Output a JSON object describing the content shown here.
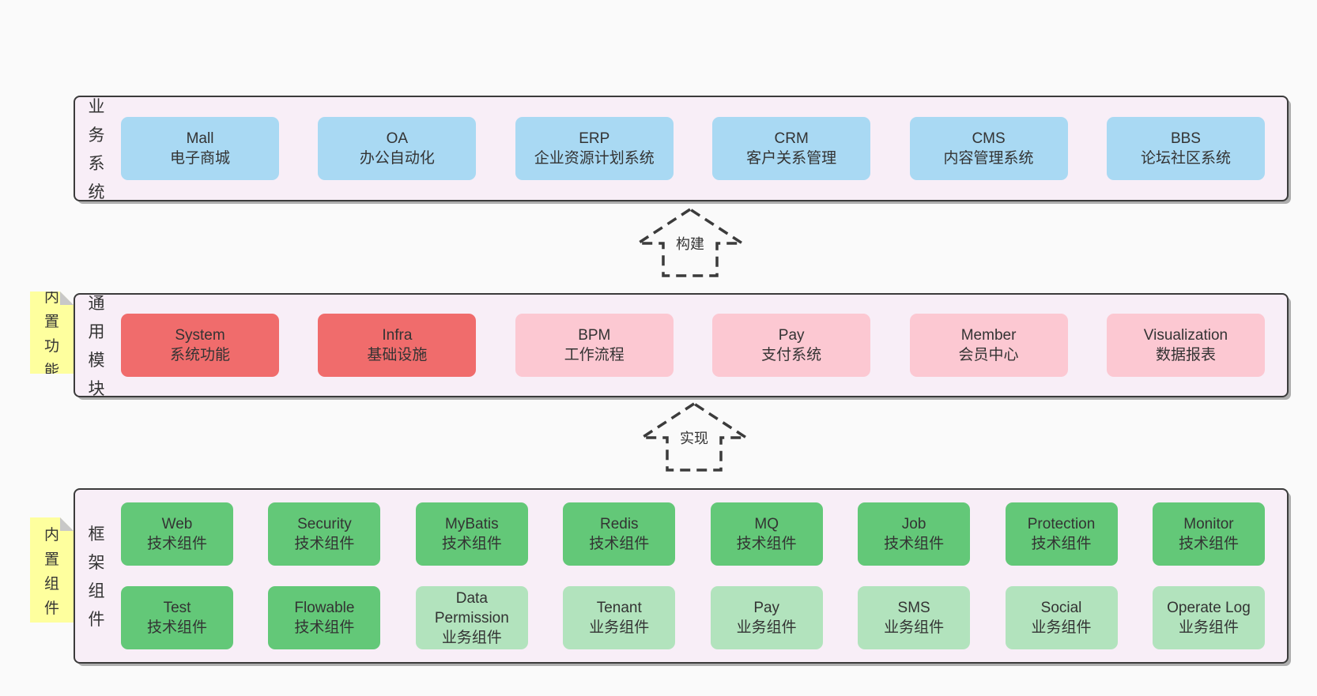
{
  "colors": {
    "canvas_bg": "#fafafa",
    "container_bg": "#f8eef7",
    "border": "#3b3b3b",
    "text": "#333333",
    "blue": "#a9d9f3",
    "red": "#f06c6c",
    "pink": "#fcc8d2",
    "green": "#63c878",
    "light_green": "#b2e3bd",
    "sticky_yellow": "#feff9e",
    "fold_gray": "#c8c8c8"
  },
  "arrows": [
    {
      "label": "构建"
    },
    {
      "label": "实现"
    }
  ],
  "stickies": [
    {
      "label": "内置功能"
    },
    {
      "label": "内置组件"
    }
  ],
  "layers": [
    {
      "side_label": "业务系统",
      "rows": [
        [
          {
            "name": "Mall",
            "desc": "电子商城",
            "variant": "blue"
          },
          {
            "name": "OA",
            "desc": "办公自动化",
            "variant": "blue"
          },
          {
            "name": "ERP",
            "desc": "企业资源计划系统",
            "variant": "blue"
          },
          {
            "name": "CRM",
            "desc": "客户关系管理",
            "variant": "blue"
          },
          {
            "name": "CMS",
            "desc": "内容管理系统",
            "variant": "blue"
          },
          {
            "name": "BBS",
            "desc": "论坛社区系统",
            "variant": "blue"
          }
        ]
      ]
    },
    {
      "side_label": "通用模块",
      "rows": [
        [
          {
            "name": "System",
            "desc": "系统功能",
            "variant": "red"
          },
          {
            "name": "Infra",
            "desc": "基础设施",
            "variant": "red"
          },
          {
            "name": "BPM",
            "desc": "工作流程",
            "variant": "pink"
          },
          {
            "name": "Pay",
            "desc": "支付系统",
            "variant": "pink"
          },
          {
            "name": "Member",
            "desc": "会员中心",
            "variant": "pink"
          },
          {
            "name": "Visualization",
            "desc": "数据报表",
            "variant": "pink"
          }
        ]
      ]
    },
    {
      "side_label": "框架组件",
      "rows": [
        [
          {
            "name": "Web",
            "desc": "技术组件",
            "variant": "green"
          },
          {
            "name": "Security",
            "desc": "技术组件",
            "variant": "green"
          },
          {
            "name": "MyBatis",
            "desc": "技术组件",
            "variant": "green"
          },
          {
            "name": "Redis",
            "desc": "技术组件",
            "variant": "green"
          },
          {
            "name": "MQ",
            "desc": "技术组件",
            "variant": "green"
          },
          {
            "name": "Job",
            "desc": "技术组件",
            "variant": "green"
          },
          {
            "name": "Protection",
            "desc": "技术组件",
            "variant": "green"
          },
          {
            "name": "Monitor",
            "desc": "技术组件",
            "variant": "green"
          }
        ],
        [
          {
            "name": "Test",
            "desc": "技术组件",
            "variant": "green"
          },
          {
            "name": "Flowable",
            "desc": "技术组件",
            "variant": "green"
          },
          {
            "name": "Data Permission",
            "desc": "业务组件",
            "variant": "light_green"
          },
          {
            "name": "Tenant",
            "desc": "业务组件",
            "variant": "light_green"
          },
          {
            "name": "Pay",
            "desc": "业务组件",
            "variant": "light_green"
          },
          {
            "name": "SMS",
            "desc": "业务组件",
            "variant": "light_green"
          },
          {
            "name": "Social",
            "desc": "业务组件",
            "variant": "light_green"
          },
          {
            "name": "Operate Log",
            "desc": "业务组件",
            "variant": "light_green"
          }
        ]
      ]
    }
  ]
}
